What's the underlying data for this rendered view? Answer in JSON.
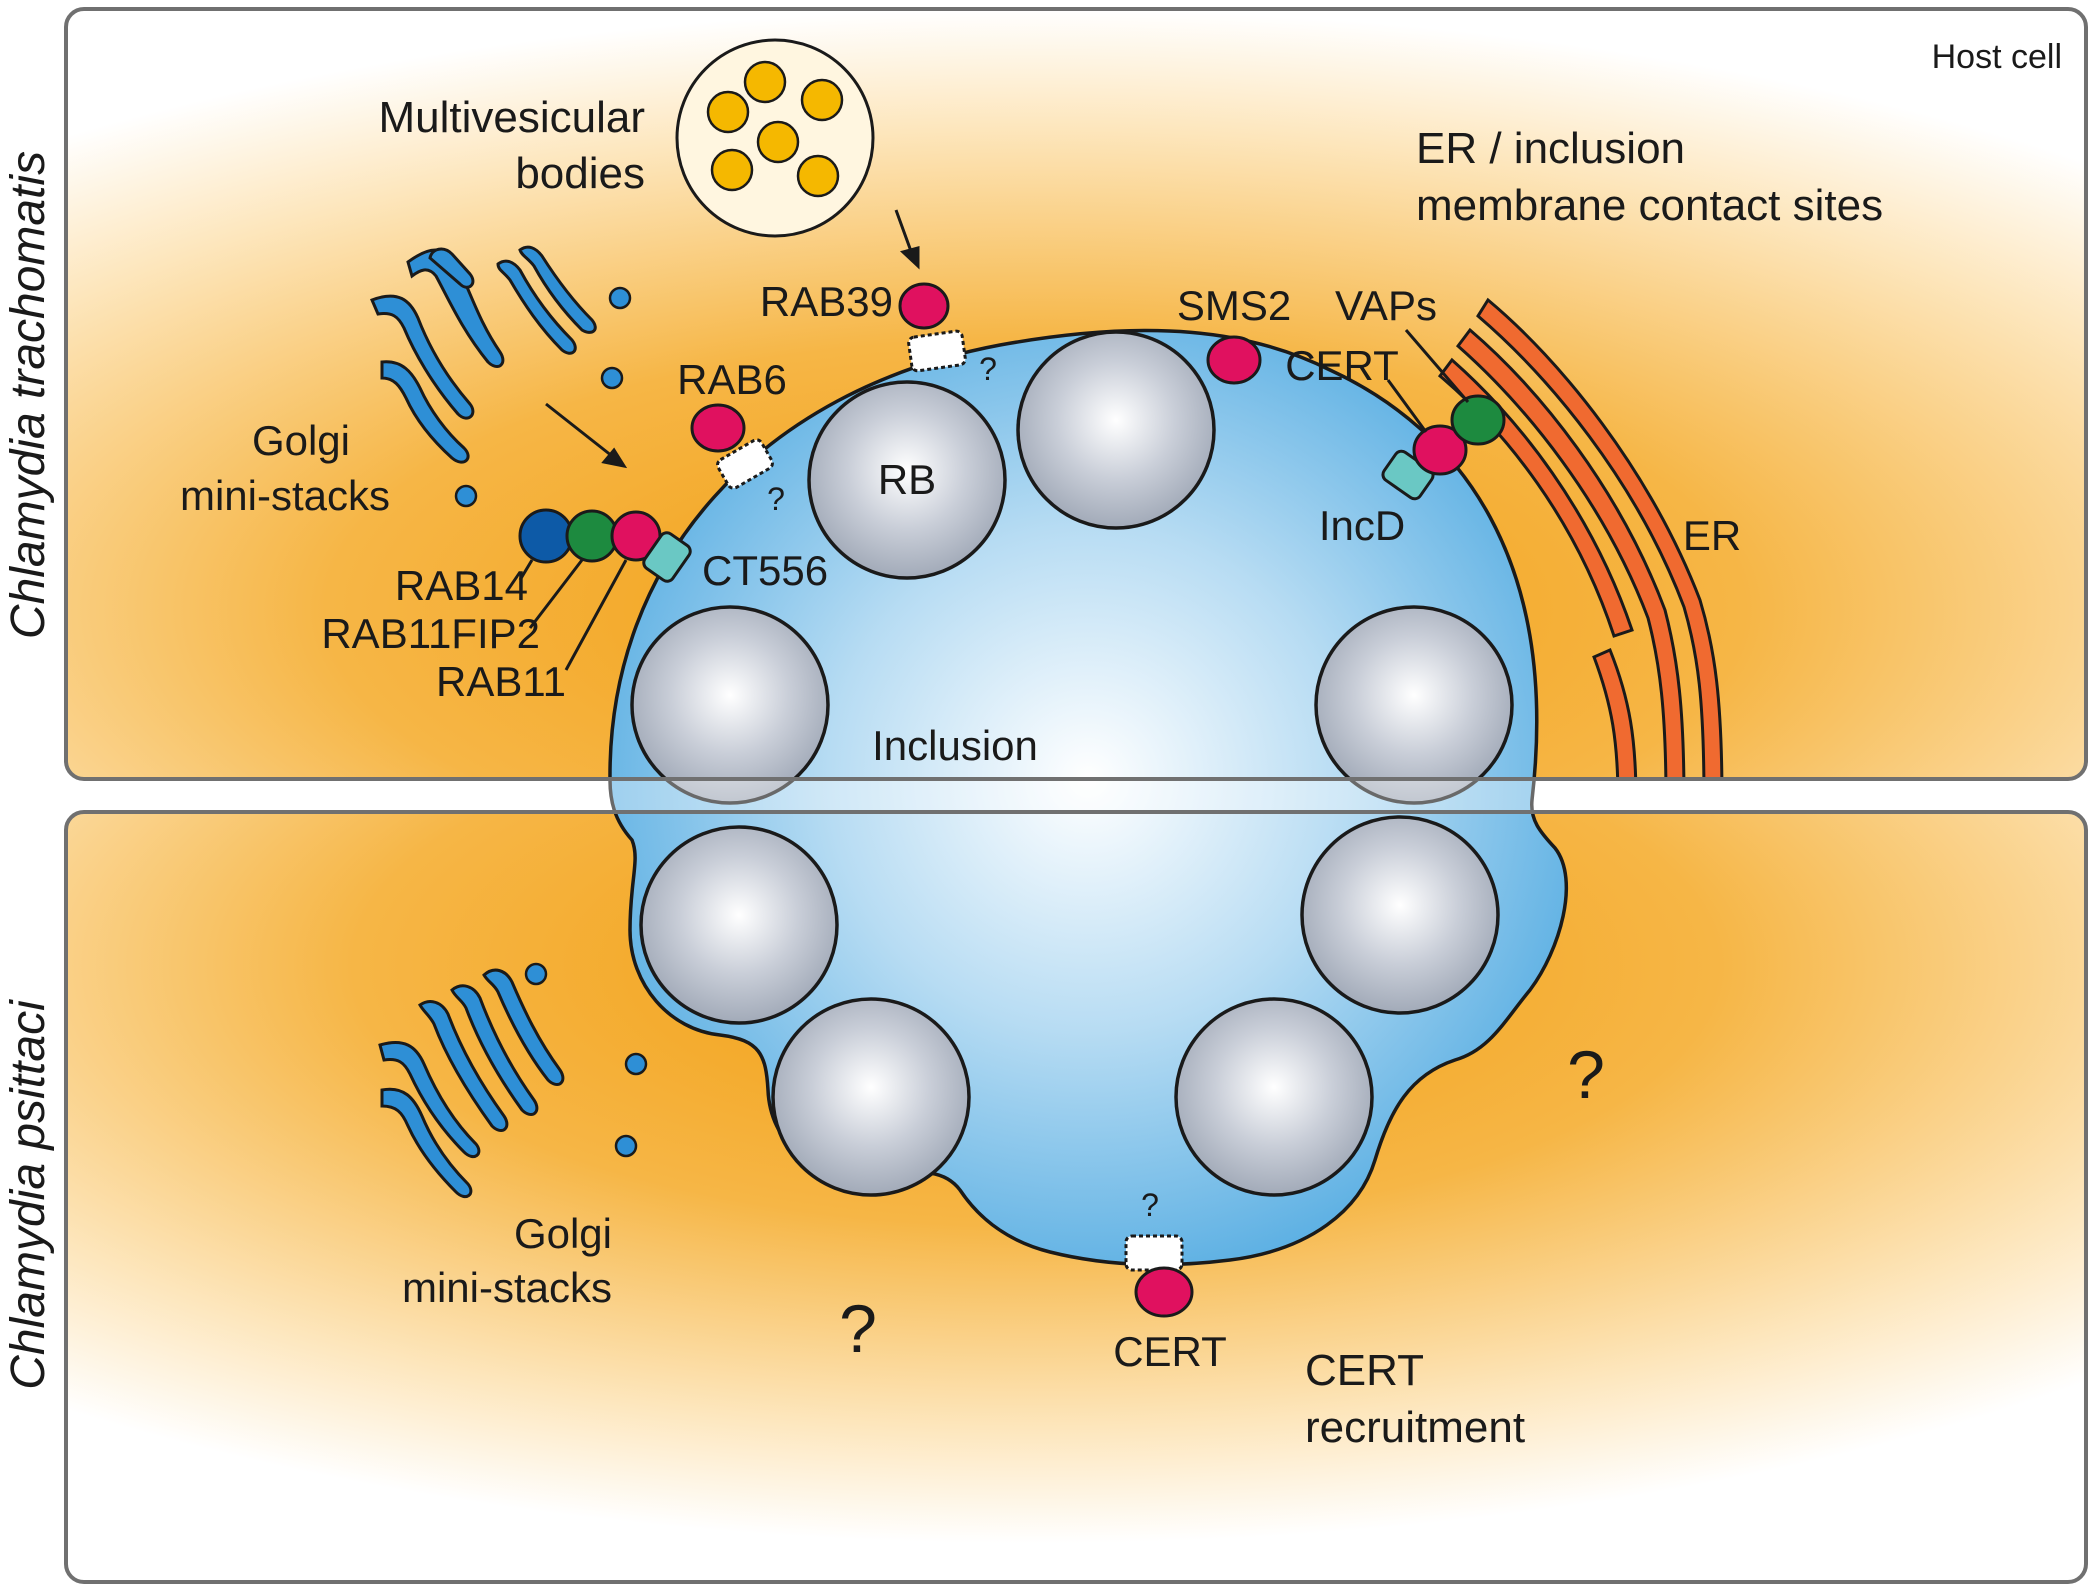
{
  "colors": {
    "cytoplasm_orange": "#f29e10",
    "inclusion_blue": "#4aa7e0",
    "golgi_blue": "#2e8fd6",
    "er_red": "#f06a30",
    "rab_magenta": "#e0115f",
    "dark_blue_rab14": "#0d5aa7",
    "green_rab11fip2": "#1d8a3f",
    "teal_inc": "#6ac8c4",
    "mvb_vesicle": "#f5b800",
    "rb_grey": "#a9b2c0",
    "panel_border": "#707070"
  },
  "panels": {
    "top": {
      "side_label": "Chlamydia trachomatis",
      "corner_label": "Host cell",
      "mvb_label_line1": "Multivesicular",
      "mvb_label_line2": "bodies",
      "er_contact_line1": "ER / inclusion",
      "er_contact_line2": "membrane contact sites",
      "golgi_line1": "Golgi",
      "golgi_line2": "mini-stacks",
      "proteins": {
        "rab39": "RAB39",
        "rab6": "RAB6",
        "sms2": "SMS2",
        "vaps": "VAPs",
        "cert": "CERT",
        "incd": "IncD",
        "ct556": "CT556",
        "rab14": "RAB14",
        "rab11fip2": "RAB11FIP2",
        "rab11": "RAB11"
      },
      "unknown_mark_rab39": "?",
      "unknown_mark_rab6": "?",
      "er_label": "ER",
      "rb_label": "RB",
      "inclusion_label": "Inclusion"
    },
    "bottom": {
      "side_label": "Chlamydia psittaci",
      "golgi_line1": "Golgi",
      "golgi_line2": "mini-stacks",
      "question_left": "?",
      "question_right": "?",
      "unknown_mark_cert": "?",
      "cert": "CERT",
      "recruit_line1": "CERT",
      "recruit_line2": "recruitment"
    }
  }
}
